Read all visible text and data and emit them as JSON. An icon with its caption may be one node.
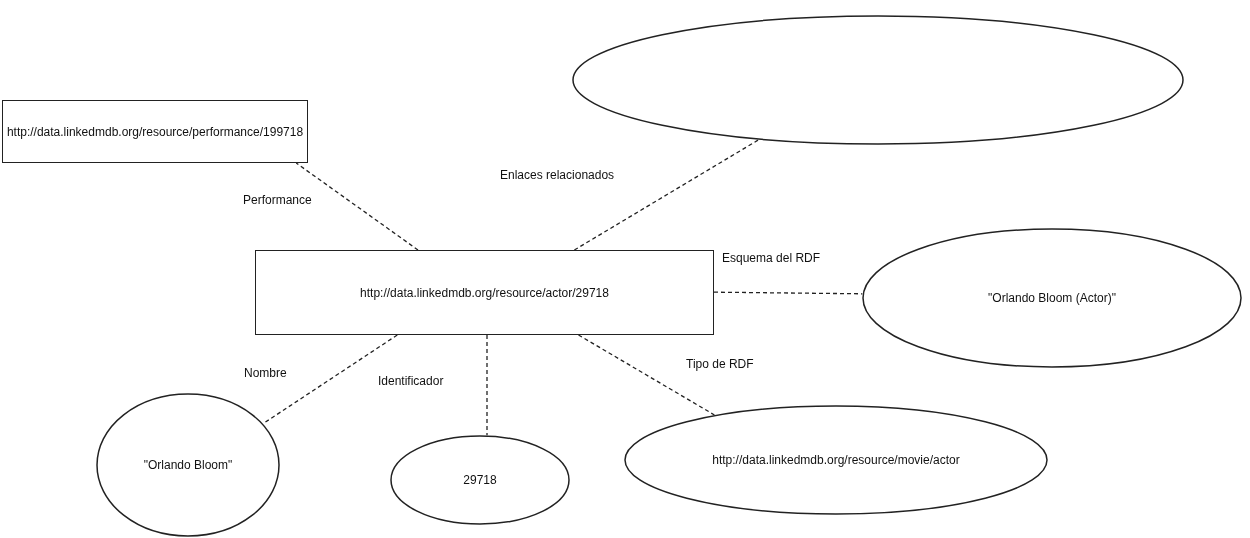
{
  "diagram": {
    "nodes": [
      {
        "text": [
          "http://data.linkedmdb.org/resource/performance/199718"
        ]
      },
      {
        "text": [],
        "shape": "circle"
      },
      {
        "text": [
          "http://data.linkedmdb.org/resource/actor/29718"
        ]
      },
      {
        "text": [
          "\"Orlando Bloom (Actor)\""
        ]
      },
      {
        "text": [
          "\"Orlando Bloom\""
        ]
      },
      {
        "text": [
          "29718"
        ]
      },
      {
        "text": [
          "http://data.linkedmdb.org/resource/movie/actor"
        ]
      }
    ],
    "edges": [
      {
        "from": 2,
        "to": 0,
        "arrow": "none",
        "label": "Performance",
        "style": "dashed"
      },
      {
        "from": 2,
        "to": 1,
        "arrow": "none",
        "label": "Enlaces relacionados",
        "style": "dashed"
      },
      {
        "from": 2,
        "to": 3,
        "arrow": "none",
        "label": "Esquema del RDF",
        "style": "dashed"
      },
      {
        "from": 2,
        "to": 4,
        "arrow": "none",
        "label": "Nombre",
        "style": "dashed"
      },
      {
        "from": 2,
        "to": 5,
        "arrow": "none",
        "label": "Identificador",
        "style": "dashed"
      },
      {
        "from": 2,
        "to": 6,
        "arrow": "none",
        "label": "Tipo de RDF",
        "style": "dashed"
      }
    ]
  }
}
